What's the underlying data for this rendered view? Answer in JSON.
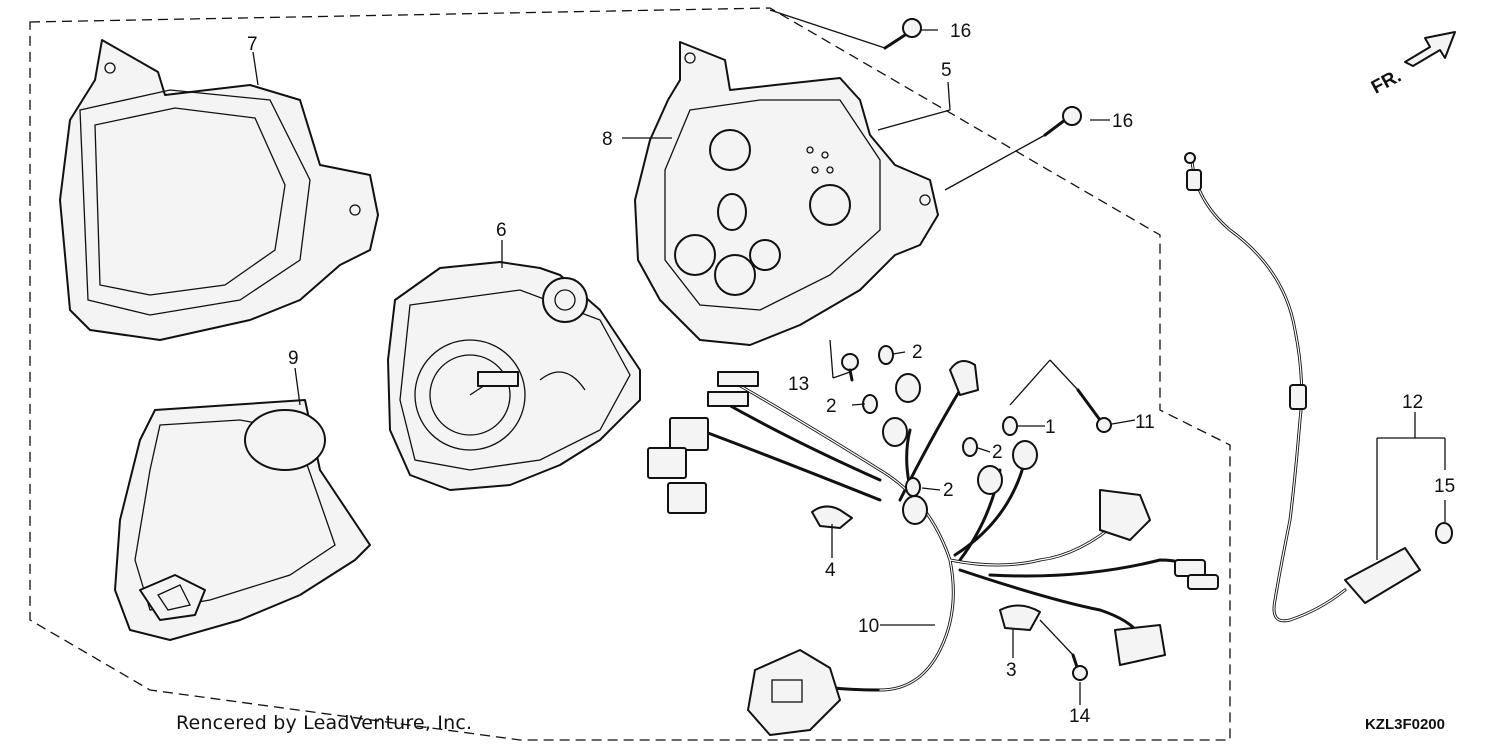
{
  "diagram": {
    "callouts": {
      "c1": "1",
      "c2a": "2",
      "c2b": "2",
      "c2c": "2",
      "c2d": "2",
      "c3": "3",
      "c4": "4",
      "c5": "5",
      "c6": "6",
      "c7": "7",
      "c8": "8",
      "c9": "9",
      "c10": "10",
      "c11": "11",
      "c12": "12",
      "c13": "13",
      "c14": "14",
      "c15": "15",
      "c16a": "16",
      "c16b": "16"
    },
    "direction_marker": "FR.",
    "credit": "Rencered by LeadVenture, Inc.",
    "code": "KZL3F0200"
  }
}
